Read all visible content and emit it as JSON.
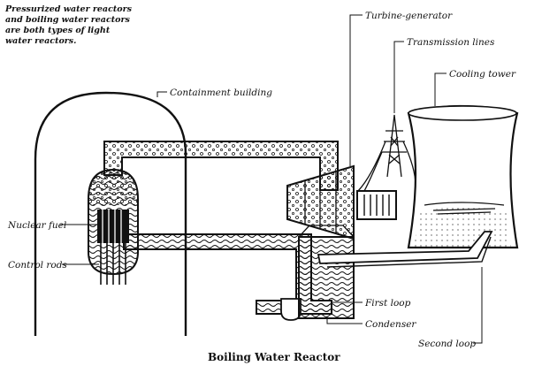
{
  "intro_note": [
    "Pressurized water reactors",
    "and boiling water reactors",
    "are both types of light",
    "water reactors."
  ],
  "labels": {
    "turbine_generator": "Turbine-generator",
    "transmission_lines": "Transmission lines",
    "cooling_tower": "Cooling tower",
    "containment_building": "Containment building",
    "nuclear_fuel": "Nuclear fuel",
    "control_rods": "Control rods",
    "first_loop": "First loop",
    "condenser": "Condenser",
    "second_loop": "Second loop"
  },
  "caption": "Boiling Water Reactor"
}
